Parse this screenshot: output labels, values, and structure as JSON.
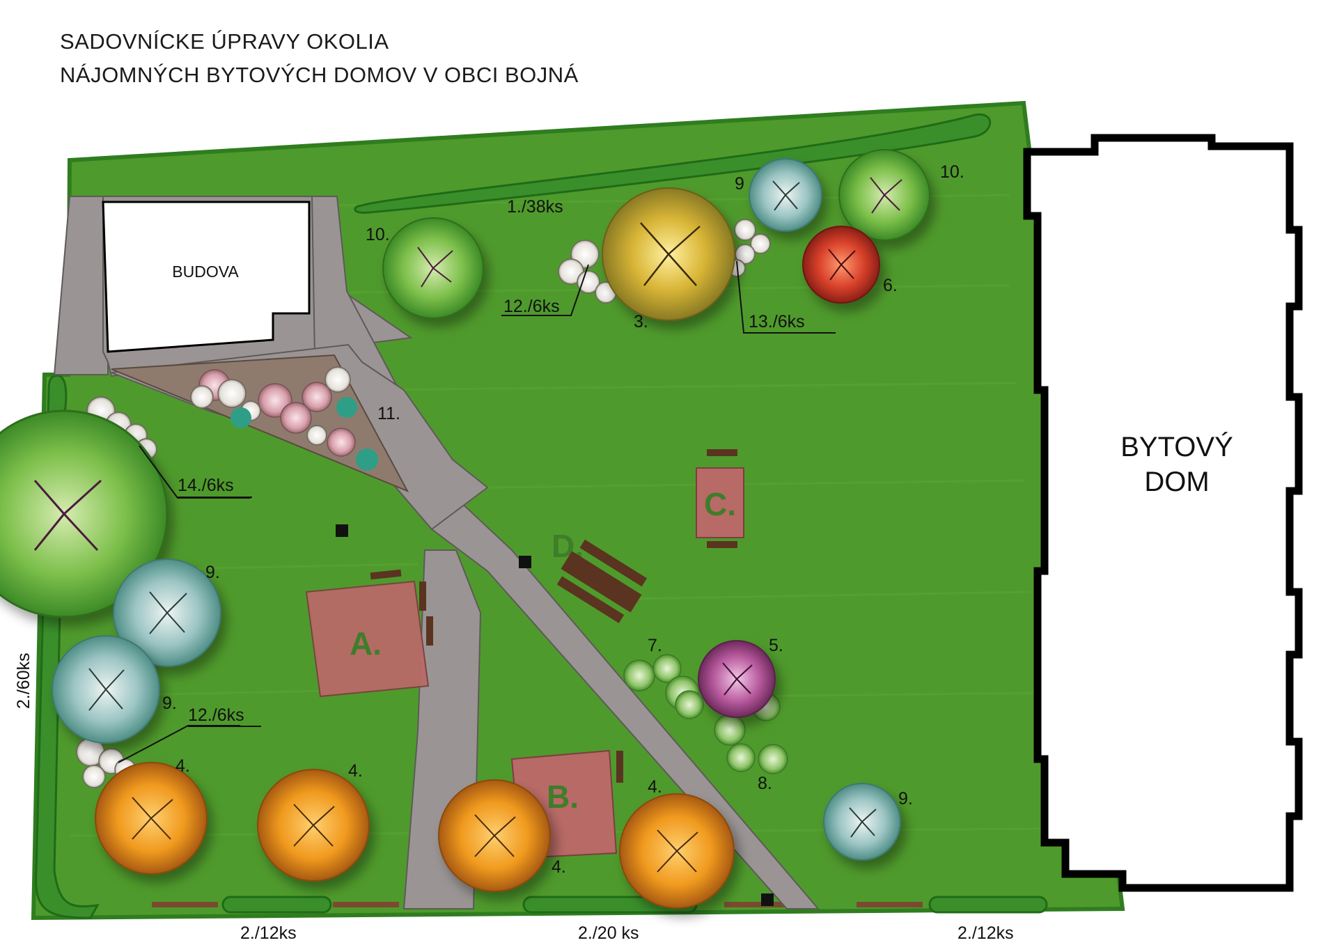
{
  "title": {
    "line1": "SADOVNÍCKE ÚPRAVY OKOLIA",
    "line2": "NÁJOMNÝCH BYTOVÝCH DOMOV V OBCI BOJNÁ"
  },
  "buildings": {
    "budova": "BUDOVA",
    "bytovy_dom_line1": "BYTOVÝ",
    "bytovy_dom_line2": "DOM"
  },
  "zones": {
    "a": "A.",
    "b": "B.",
    "c": "C.",
    "d": "D."
  },
  "labels": {
    "l1": "1./38ks",
    "l2_60": "2./60ks",
    "l2_12_left": "2./12ks",
    "l2_20": "2./20 ks",
    "l2_12_right": "2./12ks",
    "l3": "3.",
    "l4_a": "4.",
    "l4_b": "4.",
    "l4_c": "4.",
    "l4_d": "4.",
    "l5": "5.",
    "l6": "6.",
    "l7": "7.",
    "l8": "8.",
    "l9_top": "9",
    "l9_left1": "9.",
    "l9_left2": "9.",
    "l9_right": "9.",
    "l10_left": "10.",
    "l10_right": "10.",
    "l11": "11.",
    "l12_top": "12./6ks",
    "l12_left": "12./6ks",
    "l13": "13./6ks",
    "l14": "14./6ks"
  },
  "colors": {
    "lawn": "#4f9a2c",
    "lawn_edge": "#2f7d1f",
    "hedge": "#3a8f2a",
    "path": "#9a9594",
    "bed": "#8f7b6e",
    "zone_fill": "#b86a66",
    "zone_text": "#3f7d2a",
    "bench": "#5a3420",
    "wall": "#000000"
  }
}
